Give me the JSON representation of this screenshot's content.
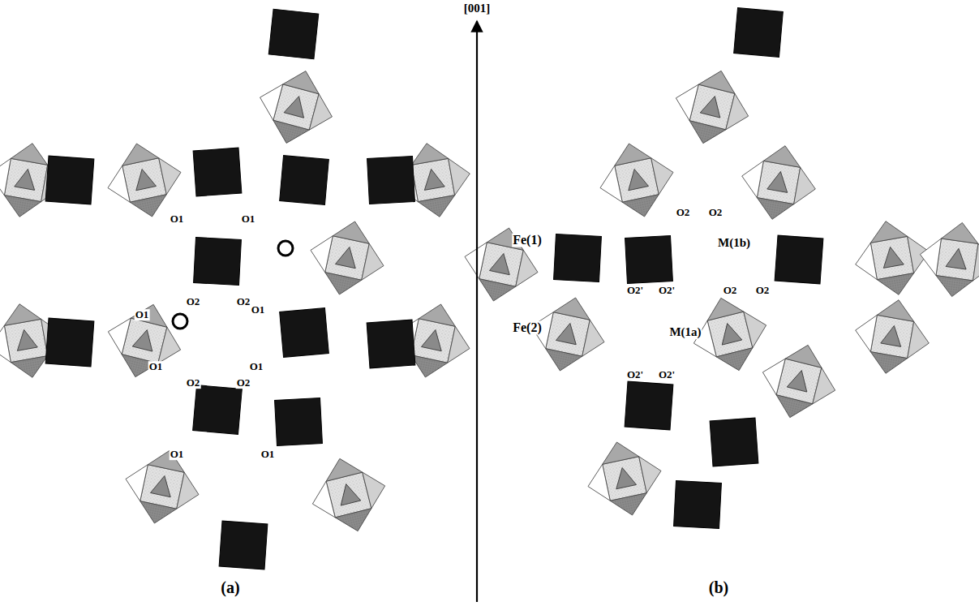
{
  "diagram": {
    "labels": [
      "[001]",
      "(a)",
      "(b)",
      "O1",
      "O1",
      "O2",
      "O2",
      "O1",
      "O1",
      "O1",
      "O1",
      "O2",
      "O2",
      "O1",
      "O1",
      "Fe(1)",
      "Fe(2)",
      "M(1b)",
      "M(1a)",
      "O2",
      "O2",
      "O2'",
      "O2'",
      "O2",
      "O2",
      "O2'",
      "O2'"
    ]
  }
}
